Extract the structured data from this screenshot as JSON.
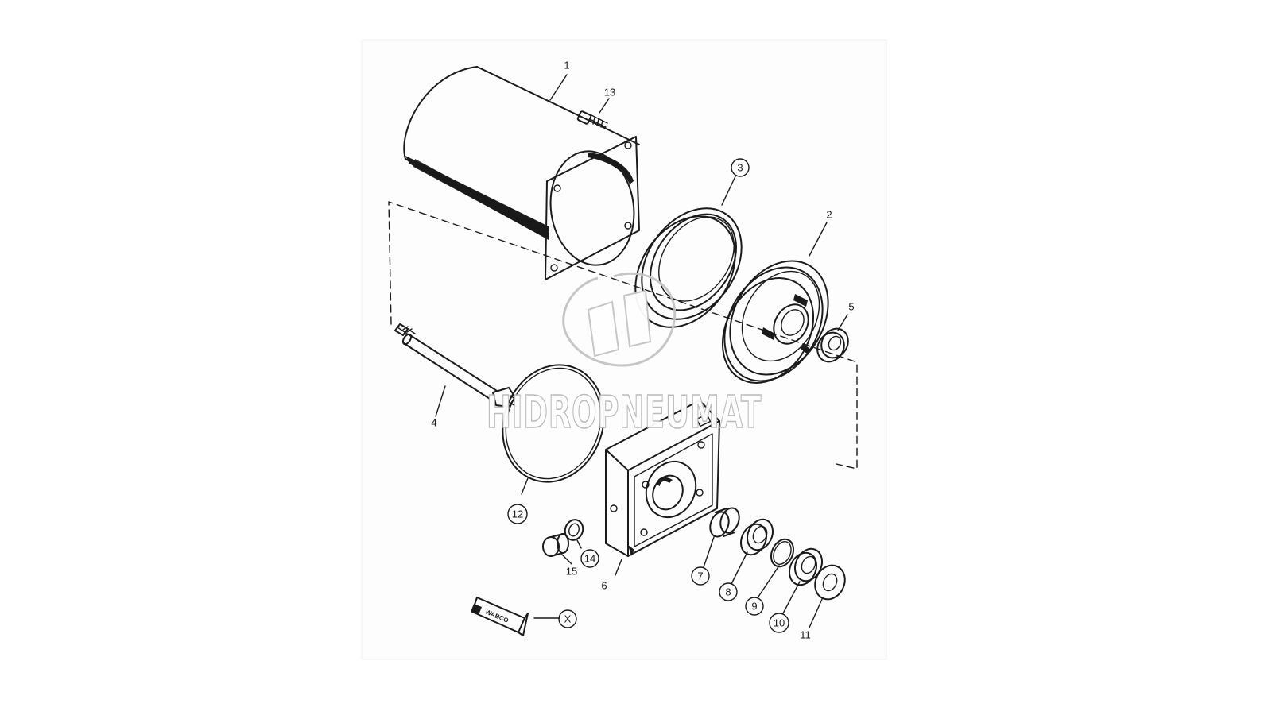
{
  "parts": [
    {
      "id": "part-1",
      "label": "1",
      "circled": false
    },
    {
      "id": "part-2",
      "label": "2",
      "circled": false
    },
    {
      "id": "part-3",
      "label": "3",
      "circled": true
    },
    {
      "id": "part-4",
      "label": "4",
      "circled": false
    },
    {
      "id": "part-5",
      "label": "5",
      "circled": false
    },
    {
      "id": "part-6",
      "label": "6",
      "circled": false
    },
    {
      "id": "part-7",
      "label": "7",
      "circled": true
    },
    {
      "id": "part-8",
      "label": "8",
      "circled": true
    },
    {
      "id": "part-9",
      "label": "9",
      "circled": true
    },
    {
      "id": "part-10",
      "label": "10",
      "circled": true
    },
    {
      "id": "part-11",
      "label": "11",
      "circled": false
    },
    {
      "id": "part-12",
      "label": "12",
      "circled": true
    },
    {
      "id": "part-13",
      "label": "13",
      "circled": false
    },
    {
      "id": "part-14",
      "label": "14",
      "circled": true
    },
    {
      "id": "part-15",
      "label": "15",
      "circled": false
    },
    {
      "id": "part-x",
      "label": "X",
      "circled": true
    }
  ],
  "tube_brand": "WABCO",
  "watermark": {
    "text": "HIDROPNEUMAT"
  },
  "colors": {
    "ink": "#1a1a1a",
    "paper": "#ffffff",
    "watermark_outline": "#b8b8b8"
  }
}
